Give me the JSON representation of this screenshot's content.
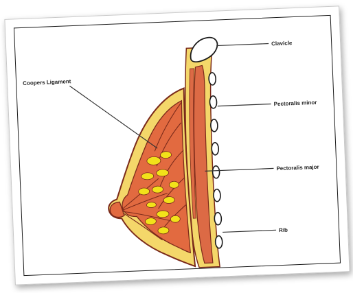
{
  "labels": {
    "clavicle": "Clavicle",
    "pectoralis_minor": "Pectoralis minor",
    "pectoralis_major": "Pectoralis major",
    "rib": "Rib",
    "coopers_ligament": "Coopers Ligament"
  },
  "colors": {
    "skin_outline": "#7a2a1a",
    "skin_fill": "#f4d76a",
    "muscle": "#dc6a45",
    "gland": "#e26a40",
    "fat_lobule": "#f2e21a",
    "bone": "#ffffff",
    "frame": "#1a1a1a"
  }
}
